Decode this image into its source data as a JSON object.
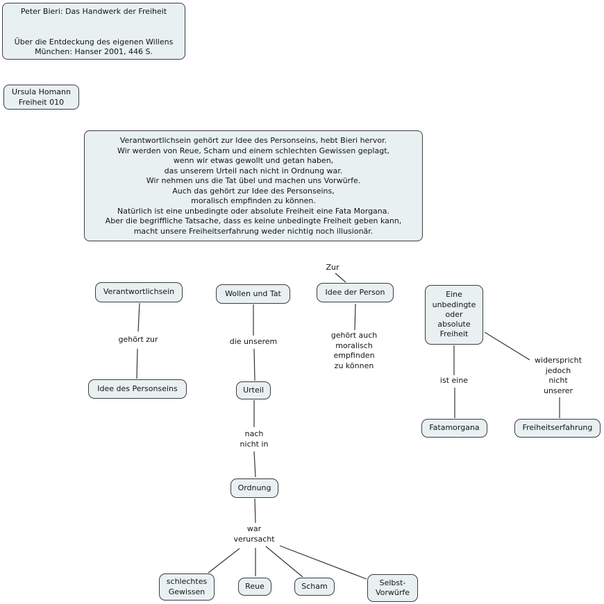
{
  "colors": {
    "node_fill": "#e8f0f2",
    "node_border": "#3c3c3c",
    "line": "#333333",
    "text": "#141414",
    "background": "#ffffff"
  },
  "header": {
    "title_box": "Peter Bieri: Das Handwerk der Freiheit\n\n\nÜber die Entdeckung des eigenen Willens\nMünchen: Hanser 2001, 446 S.",
    "author_box": "Ursula Homann\nFreiheit 010"
  },
  "summary": "Verantwortlichsein gehört zur Idee des Personseins, hebt Bieri hervor.\nWir werden von Reue, Scham und einem schlechten Gewissen geplagt,\nwenn wir etwas gewollt und getan haben,\ndas unserem Urteil nach nicht in Ordnung war.\nWir nehmen uns die Tat übel und machen uns Vorwürfe.\nAuch das gehört zur Idee des Personseins,\nmoralisch empfinden zu können.\nNatürlich ist eine unbedingte oder absolute Freiheit eine Fata Morgana.\nAber die begriffliche Tatsache, dass es keine unbedingte Freiheit geben kann,\nmacht unsere Freiheitserfahrung weder nichtig noch illusionär.",
  "nodes": {
    "verantwortlichsein": "Verantwortlichsein",
    "wollen_und_tat": "Wollen und Tat",
    "idee_der_person": "Idee der Person",
    "eine_unbedingte": "Eine\nunbedingte\noder\nabsolute\nFreiheit",
    "idee_des_personseins": "Idee des Personseins",
    "urteil": "Urteil",
    "fatamorgana": "Fatamorgana",
    "freiheitserfahrung": "Freiheitserfahrung",
    "ordnung": "Ordnung",
    "schlechtes_gewissen": "schlechtes\nGewissen",
    "reue": "Reue",
    "scham": "Scham",
    "selbst_vorwuerfe": "Selbst-\nVorwürfe"
  },
  "edge_labels": {
    "zur": "Zur",
    "gehoert_zur": "gehört zur",
    "die_unserem": "die unserem",
    "gehoert_auch": "gehört auch\nmoralisch\nempfinden\nzu können",
    "ist_eine": "ist eine",
    "widerspricht": "widerspricht\njedoch\nnicht\nunserer",
    "nach_nicht_in": "nach\nnicht in",
    "war_verursacht": "war\nverursacht"
  }
}
